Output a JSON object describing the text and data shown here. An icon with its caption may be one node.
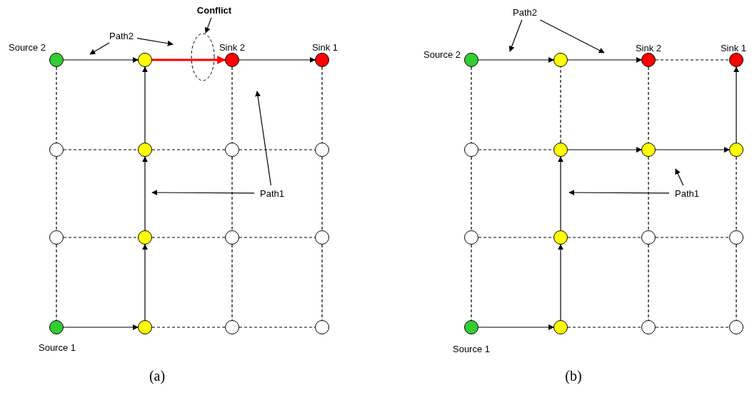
{
  "diagram": {
    "nodes": [
      {
        "text": [],
        "shape": "circle",
        "beside": [
          "Source 2"
        ]
      },
      {
        "text": [],
        "shape": "circle"
      },
      {
        "text": [],
        "shape": "circle",
        "beside": [
          "Sink 2"
        ]
      },
      {
        "text": [],
        "shape": "circle",
        "beside": [
          "Sink 1"
        ]
      },
      {
        "text": [],
        "shape": "circle"
      },
      {
        "text": [],
        "shape": "circle"
      },
      {
        "text": [],
        "shape": "circle"
      },
      {
        "text": [],
        "shape": "circle"
      },
      {
        "text": [],
        "shape": "circle"
      },
      {
        "text": [],
        "shape": "circle"
      },
      {
        "text": [],
        "shape": "circle"
      },
      {
        "text": [],
        "shape": "circle"
      },
      {
        "text": [],
        "shape": "circle",
        "beside": [
          "Source 1"
        ]
      },
      {
        "text": [],
        "shape": "circle"
      },
      {
        "text": [],
        "shape": "circle"
      },
      {
        "text": [],
        "shape": "circle"
      },
      {
        "text": [],
        "shape": "circle",
        "beside": [
          "Source 2"
        ]
      },
      {
        "text": [],
        "shape": "circle"
      },
      {
        "text": [],
        "shape": "circle",
        "beside": [
          "Sink 2"
        ]
      },
      {
        "text": [],
        "shape": "circle",
        "beside": [
          "Sink 1"
        ]
      },
      {
        "text": [],
        "shape": "circle"
      },
      {
        "text": [],
        "shape": "circle"
      },
      {
        "text": [],
        "shape": "circle"
      },
      {
        "text": [],
        "shape": "circle"
      },
      {
        "text": [],
        "shape": "circle"
      },
      {
        "text": [],
        "shape": "circle"
      },
      {
        "text": [],
        "shape": "circle"
      },
      {
        "text": [],
        "shape": "circle"
      },
      {
        "text": [],
        "shape": "circle",
        "beside": [
          "Source 1"
        ]
      },
      {
        "text": [],
        "shape": "circle"
      },
      {
        "text": [],
        "shape": "circle"
      },
      {
        "text": [],
        "shape": "circle"
      },
      {
        "text": [
          "Path2"
        ]
      },
      {
        "text": [
          "Conflict"
        ]
      },
      {
        "text": [
          "Path1"
        ]
      },
      {
        "text": [
          "Path2"
        ]
      },
      {
        "text": [
          "Path1"
        ]
      }
    ],
    "edges": [
      {
        "from": 0,
        "to": 1,
        "arrow": "to"
      },
      {
        "from": 1,
        "to": 2,
        "arrow": "to",
        "style": "thick",
        "color": "#ff0000"
      },
      {
        "from": 2,
        "to": 3,
        "arrow": "to"
      },
      {
        "from": 4,
        "to": 5,
        "arrow": "none",
        "style": "dashed"
      },
      {
        "from": 5,
        "to": 6,
        "arrow": "none",
        "style": "dashed"
      },
      {
        "from": 6,
        "to": 7,
        "arrow": "none",
        "style": "dashed"
      },
      {
        "from": 8,
        "to": 9,
        "arrow": "none",
        "style": "dashed"
      },
      {
        "from": 9,
        "to": 10,
        "arrow": "none",
        "style": "dashed"
      },
      {
        "from": 10,
        "to": 11,
        "arrow": "none",
        "style": "dashed"
      },
      {
        "from": 12,
        "to": 13,
        "arrow": "to"
      },
      {
        "from": 13,
        "to": 14,
        "arrow": "none",
        "style": "dashed"
      },
      {
        "from": 14,
        "to": 15,
        "arrow": "none",
        "style": "dashed"
      },
      {
        "from": 0,
        "to": 4,
        "arrow": "none",
        "style": "dashed"
      },
      {
        "from": 4,
        "to": 8,
        "arrow": "none",
        "style": "dashed"
      },
      {
        "from": 8,
        "to": 12,
        "arrow": "none",
        "style": "dashed"
      },
      {
        "from": 13,
        "to": 9,
        "arrow": "to"
      },
      {
        "from": 9,
        "to": 5,
        "arrow": "to"
      },
      {
        "from": 5,
        "to": 1,
        "arrow": "to"
      },
      {
        "from": 2,
        "to": 6,
        "arrow": "none",
        "style": "dashed"
      },
      {
        "from": 6,
        "to": 10,
        "arrow": "none",
        "style": "dashed"
      },
      {
        "from": 10,
        "to": 14,
        "arrow": "none",
        "style": "dashed"
      },
      {
        "from": 3,
        "to": 7,
        "arrow": "none",
        "style": "dashed"
      },
      {
        "from": 7,
        "to": 11,
        "arrow": "none",
        "style": "dashed"
      },
      {
        "from": 11,
        "to": 15,
        "arrow": "none",
        "style": "dashed"
      },
      {
        "from": 16,
        "to": 17,
        "arrow": "to"
      },
      {
        "from": 17,
        "to": 18,
        "arrow": "to"
      },
      {
        "from": 18,
        "to": 19,
        "arrow": "none",
        "style": "dashed"
      },
      {
        "from": 20,
        "to": 21,
        "arrow": "none",
        "style": "dashed"
      },
      {
        "from": 21,
        "to": 22,
        "arrow": "to"
      },
      {
        "from": 22,
        "to": 23,
        "arrow": "to"
      },
      {
        "from": 24,
        "to": 25,
        "arrow": "none",
        "style": "dashed"
      },
      {
        "from": 25,
        "to": 26,
        "arrow": "none",
        "style": "dashed"
      },
      {
        "from": 26,
        "to": 27,
        "arrow": "none",
        "style": "dashed"
      },
      {
        "from": 28,
        "to": 29,
        "arrow": "to"
      },
      {
        "from": 29,
        "to": 30,
        "arrow": "none",
        "style": "dashed"
      },
      {
        "from": 30,
        "to": 31,
        "arrow": "none",
        "style": "dashed"
      },
      {
        "from": 16,
        "to": 20,
        "arrow": "none",
        "style": "dashed"
      },
      {
        "from": 20,
        "to": 24,
        "arrow": "none",
        "style": "dashed"
      },
      {
        "from": 24,
        "to": 28,
        "arrow": "none",
        "style": "dashed"
      },
      {
        "from": 29,
        "to": 25,
        "arrow": "to"
      },
      {
        "from": 25,
        "to": 21,
        "arrow": "to"
      },
      {
        "from": 21,
        "to": 17,
        "arrow": "none",
        "style": "dashed"
      },
      {
        "from": 18,
        "to": 22,
        "arrow": "none",
        "style": "dashed"
      },
      {
        "from": 22,
        "to": 26,
        "arrow": "none",
        "style": "dashed"
      },
      {
        "from": 26,
        "to": 30,
        "arrow": "none",
        "style": "dashed"
      },
      {
        "from": 23,
        "to": 19,
        "arrow": "to"
      },
      {
        "from": 23,
        "to": 27,
        "arrow": "none",
        "style": "dashed"
      },
      {
        "from": 27,
        "to": 31,
        "arrow": "none",
        "style": "dashed"
      },
      {
        "from": 32,
        "to": null,
        "arrow": "to"
      },
      {
        "from": 32,
        "to": null,
        "arrow": "to"
      },
      {
        "from": 33,
        "to": null,
        "arrow": "to"
      },
      {
        "from": 34,
        "to": null,
        "arrow": "to"
      },
      {
        "from": 34,
        "to": null,
        "arrow": "to"
      },
      {
        "from": 35,
        "to": null,
        "arrow": "to"
      },
      {
        "from": 35,
        "to": null,
        "arrow": "to"
      },
      {
        "from": 36,
        "to": null,
        "arrow": "to"
      },
      {
        "from": 36,
        "to": null,
        "arrow": "to"
      }
    ],
    "labels": [
      "(a)",
      "(b)"
    ]
  }
}
